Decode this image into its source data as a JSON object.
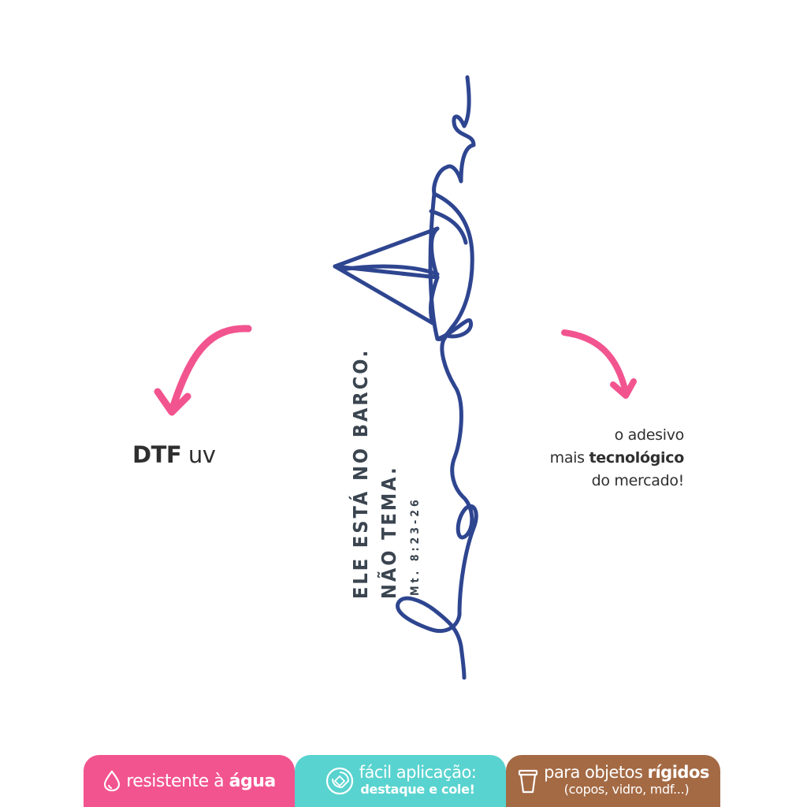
{
  "left_label": {
    "strong": "DTF",
    "light": "uv"
  },
  "right_label": {
    "line1": "o adesivo",
    "line2_prefix": "mais ",
    "line2_strong": "tecnológico",
    "line3": "do mercado!"
  },
  "sticker": {
    "line1": "ELE ESTÁ NO BARCO.",
    "line2": "NÃO TEMA.",
    "reference": "Mt. 8:23-26"
  },
  "badges": [
    {
      "icon": "water-drop-icon",
      "text_prefix": "resistente à ",
      "text_strong": "água",
      "color": "#f2548f"
    },
    {
      "icon": "sticker-icon",
      "top": "fácil aplicação:",
      "bottom": "destaque e cole!",
      "color": "#59d3cf"
    },
    {
      "icon": "cup-icon",
      "top_prefix": "para objetos ",
      "top_strong": "rígidos",
      "bottom": "(copos, vidro, mdf...)",
      "color": "#a46a44"
    }
  ],
  "colors": {
    "arrow": "#f2548f",
    "line_art": "#2e4590",
    "text_dark": "#2f2f2f"
  }
}
